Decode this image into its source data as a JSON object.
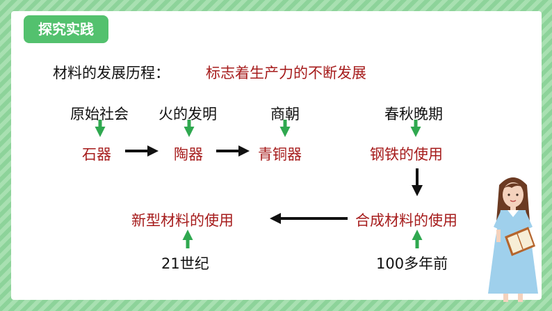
{
  "badge": "探究实践",
  "intro": {
    "label": "材料的发展历程：",
    "statement": "标志着生产力的不断发展"
  },
  "top_eras": [
    "原始社会",
    "火的发明",
    "商朝",
    "春秋晚期"
  ],
  "materials_row": [
    "石器",
    "陶器",
    "青铜器",
    "钢铁的使用"
  ],
  "bottom_materials": [
    "新型材料的使用",
    "合成材料的使用"
  ],
  "bottom_eras": [
    "21世纪",
    "100多年前"
  ],
  "colors": {
    "badge_green": "#53c16e",
    "arrow_green": "#2fa84f",
    "highlight_red": "#a61c1c",
    "border_green": "#8dd39a"
  }
}
